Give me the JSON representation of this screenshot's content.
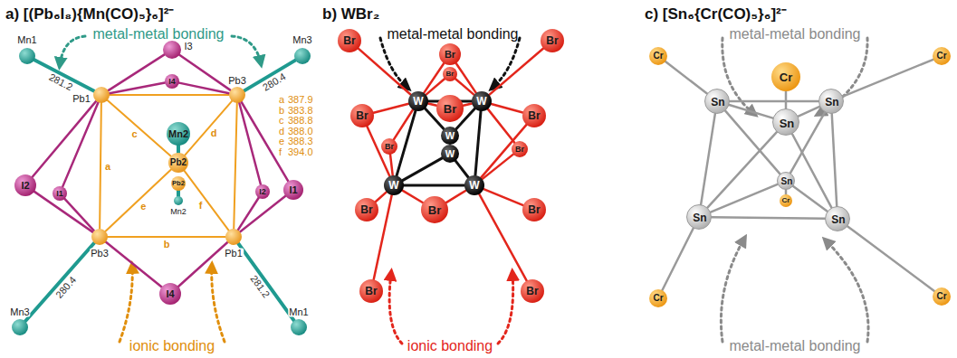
{
  "diagram": {
    "nodes": [
      {
        "text": [
          "Mn1"
        ]
      },
      {
        "text": [
          "Pb1"
        ]
      },
      {
        "text": [
          "I3"
        ]
      },
      {
        "text": [
          "I4"
        ]
      },
      {
        "text": [
          "Pb3"
        ]
      },
      {
        "text": [
          "Mn3"
        ]
      },
      {
        "text": [
          "Mn2"
        ]
      },
      {
        "text": [
          "Pb2"
        ]
      },
      {
        "text": [
          "Pb2"
        ]
      },
      {
        "text": [
          "Mn2"
        ]
      },
      {
        "text": [
          "I2"
        ]
      },
      {
        "text": [
          "I1"
        ]
      },
      {
        "text": [
          "I1"
        ]
      },
      {
        "text": [
          "I2"
        ]
      },
      {
        "text": [
          "Pb3"
        ]
      },
      {
        "text": [
          "Pb1"
        ]
      },
      {
        "text": [
          "I4"
        ]
      },
      {
        "text": [
          "Mn3"
        ]
      },
      {
        "text": [
          "Mn1"
        ]
      },
      {
        "text": [
          "W"
        ]
      },
      {
        "text": [
          "W"
        ]
      },
      {
        "text": [
          "W"
        ]
      },
      {
        "text": [
          "W"
        ]
      },
      {
        "text": [
          "W"
        ]
      },
      {
        "text": [
          "W"
        ]
      },
      {
        "text": [
          "Br"
        ]
      },
      {
        "text": [
          "Br"
        ]
      },
      {
        "text": [
          "Br"
        ]
      },
      {
        "text": [
          "Br"
        ]
      },
      {
        "text": [
          "Br"
        ]
      },
      {
        "text": [
          "Br"
        ]
      },
      {
        "text": [
          "Br"
        ]
      },
      {
        "text": [
          "Br"
        ]
      },
      {
        "text": [
          "Br"
        ]
      },
      {
        "text": [
          "Br"
        ]
      },
      {
        "text": [
          "Br"
        ]
      },
      {
        "text": [
          "Br"
        ]
      },
      {
        "text": [
          "Br"
        ]
      },
      {
        "text": [
          "Br"
        ]
      },
      {
        "text": [
          "Cr"
        ]
      },
      {
        "text": [
          "Cr"
        ]
      },
      {
        "text": [
          "Sn"
        ]
      },
      {
        "text": [
          "Sn"
        ]
      },
      {
        "text": [
          "Cr"
        ]
      },
      {
        "text": [
          "Sn"
        ]
      },
      {
        "text": [
          "Sn"
        ]
      },
      {
        "text": [
          "Cr"
        ]
      },
      {
        "text": [
          "Sn"
        ]
      },
      {
        "text": [
          "Sn"
        ]
      },
      {
        "text": [
          "Cr"
        ]
      },
      {
        "text": [
          "Cr"
        ]
      }
    ],
    "edges": [
      {
        "from": 0,
        "to": 1,
        "arrow": "none",
        "label": "281.2"
      },
      {
        "from": 4,
        "to": 5,
        "arrow": "none",
        "label": "280.4"
      },
      {
        "from": 14,
        "to": 17,
        "arrow": "none",
        "label": "280.4"
      },
      {
        "from": 15,
        "to": 18,
        "arrow": "none",
        "label": "281.2"
      },
      {
        "from": 1,
        "to": 4,
        "arrow": "none"
      },
      {
        "from": 1,
        "to": 14,
        "arrow": "none",
        "label": "a"
      },
      {
        "from": 14,
        "to": 15,
        "arrow": "none",
        "label": "b"
      },
      {
        "from": 4,
        "to": 15,
        "arrow": "none"
      },
      {
        "from": 1,
        "to": 7,
        "arrow": "none",
        "label": "c"
      },
      {
        "from": 4,
        "to": 7,
        "arrow": "none",
        "label": "d"
      },
      {
        "from": 14,
        "to": 7,
        "arrow": "none",
        "label": "e"
      },
      {
        "from": 15,
        "to": 7,
        "arrow": "none",
        "label": "f"
      },
      {
        "from": 6,
        "to": 7,
        "arrow": "none"
      },
      {
        "from": 8,
        "to": 9,
        "arrow": "none"
      },
      {
        "from": 2,
        "to": 1,
        "arrow": "none"
      },
      {
        "from": 2,
        "to": 4,
        "arrow": "none"
      },
      {
        "from": 3,
        "to": 1,
        "arrow": "none"
      },
      {
        "from": 3,
        "to": 4,
        "arrow": "none"
      },
      {
        "from": 10,
        "to": 1,
        "arrow": "none"
      },
      {
        "from": 10,
        "to": 14,
        "arrow": "none"
      },
      {
        "from": 11,
        "to": 1,
        "arrow": "none"
      },
      {
        "from": 11,
        "to": 14,
        "arrow": "none"
      },
      {
        "from": 12,
        "to": 4,
        "arrow": "none"
      },
      {
        "from": 12,
        "to": 15,
        "arrow": "none"
      },
      {
        "from": 13,
        "to": 4,
        "arrow": "none"
      },
      {
        "from": 13,
        "to": 15,
        "arrow": "none"
      },
      {
        "from": 16,
        "to": 14,
        "arrow": "none"
      },
      {
        "from": 16,
        "to": 15,
        "arrow": "none"
      },
      {
        "from": 19,
        "to": 20,
        "arrow": "none"
      },
      {
        "from": 19,
        "to": 23,
        "arrow": "none"
      },
      {
        "from": 20,
        "to": 24,
        "arrow": "none"
      },
      {
        "from": 23,
        "to": 24,
        "arrow": "none"
      },
      {
        "from": 21,
        "to": 19,
        "arrow": "none"
      },
      {
        "from": 21,
        "to": 20,
        "arrow": "none"
      },
      {
        "from": 22,
        "to": 23,
        "arrow": "none"
      },
      {
        "from": 22,
        "to": 24,
        "arrow": "none"
      },
      {
        "from": 25,
        "to": 19,
        "arrow": "none"
      },
      {
        "from": 25,
        "to": 20,
        "arrow": "none"
      },
      {
        "from": 26,
        "to": 19,
        "arrow": "none"
      },
      {
        "from": 26,
        "to": 20,
        "arrow": "none"
      },
      {
        "from": 27,
        "to": 19,
        "arrow": "none"
      },
      {
        "from": 27,
        "to": 20,
        "arrow": "none"
      },
      {
        "from": 28,
        "to": 19,
        "arrow": "none"
      },
      {
        "from": 28,
        "to": 23,
        "arrow": "none"
      },
      {
        "from": 29,
        "to": 19,
        "arrow": "none"
      },
      {
        "from": 29,
        "to": 23,
        "arrow": "none"
      },
      {
        "from": 30,
        "to": 20,
        "arrow": "none"
      },
      {
        "from": 30,
        "to": 24,
        "arrow": "none"
      },
      {
        "from": 31,
        "to": 20,
        "arrow": "none"
      },
      {
        "from": 31,
        "to": 24,
        "arrow": "none"
      },
      {
        "from": 32,
        "to": 23,
        "arrow": "none"
      },
      {
        "from": 33,
        "to": 23,
        "arrow": "none"
      },
      {
        "from": 33,
        "to": 24,
        "arrow": "none"
      },
      {
        "from": 34,
        "to": 24,
        "arrow": "none"
      },
      {
        "from": 35,
        "to": 19,
        "arrow": "none"
      },
      {
        "from": 36,
        "to": 20,
        "arrow": "none"
      },
      {
        "from": 37,
        "to": 23,
        "arrow": "none"
      },
      {
        "from": 38,
        "to": 24,
        "arrow": "none"
      },
      {
        "from": 41,
        "to": 42,
        "arrow": "none"
      },
      {
        "from": 41,
        "to": 44,
        "arrow": "none"
      },
      {
        "from": 42,
        "to": 44,
        "arrow": "none"
      },
      {
        "from": 41,
        "to": 47,
        "arrow": "none"
      },
      {
        "from": 42,
        "to": 48,
        "arrow": "none"
      },
      {
        "from": 47,
        "to": 48,
        "arrow": "none"
      },
      {
        "from": 44,
        "to": 47,
        "arrow": "none"
      },
      {
        "from": 44,
        "to": 48,
        "arrow": "none"
      },
      {
        "from": 45,
        "to": 41,
        "arrow": "none"
      },
      {
        "from": 45,
        "to": 42,
        "arrow": "none"
      },
      {
        "from": 45,
        "to": 47,
        "arrow": "none"
      },
      {
        "from": 45,
        "to": 48,
        "arrow": "none"
      },
      {
        "from": 39,
        "to": 41,
        "arrow": "none"
      },
      {
        "from": 40,
        "to": 42,
        "arrow": "none"
      },
      {
        "from": 49,
        "to": 47,
        "arrow": "none"
      },
      {
        "from": 50,
        "to": 48,
        "arrow": "none"
      },
      {
        "from": 43,
        "to": 44,
        "arrow": "none"
      },
      {
        "from": 45,
        "to": 46,
        "arrow": "none"
      }
    ],
    "labels": [
      "a) [(Pb₆I₈){Mn(CO)₅}₆]²⁻",
      "metal-metal bonding",
      "ionic bonding",
      "a",
      "387.9",
      "b",
      "383.8",
      "c",
      "388.8",
      "d",
      "388.0",
      "e",
      "388.3",
      "f",
      "394.0",
      "b) WBr₂",
      "metal-metal bonding",
      "ionic bonding",
      "c) [Sn₆{Cr(CO)₅}₆]²⁻",
      "metal-metal bonding",
      "metal-metal bonding"
    ]
  }
}
